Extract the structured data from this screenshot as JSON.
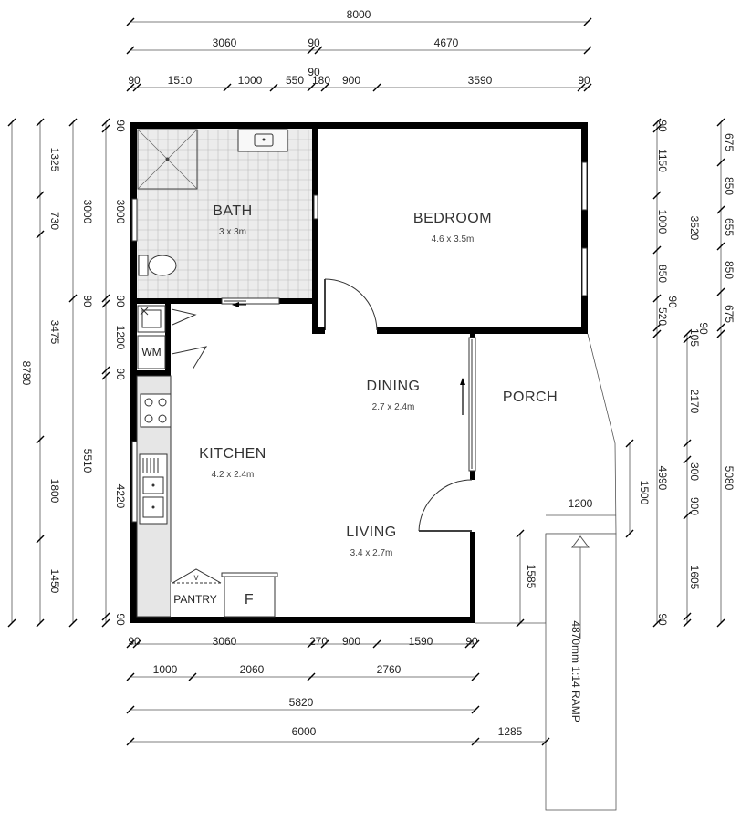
{
  "rooms": {
    "bath": {
      "name": "BATH",
      "size": "3 x 3m"
    },
    "bedroom": {
      "name": "BEDROOM",
      "size": "4.6 x 3.5m"
    },
    "dining": {
      "name": "DINING",
      "size": "2.7 x 2.4m"
    },
    "kitchen": {
      "name": "KITCHEN",
      "size": "4.2 x 2.4m"
    },
    "living": {
      "name": "LIVING",
      "size": "3.4 x 2.7m"
    },
    "porch": {
      "name": "PORCH"
    }
  },
  "fixtures": {
    "wm": "WM",
    "pantry": "PANTRY",
    "fridge": "F"
  },
  "ramp_label": "4870mm 1:14 RAMP",
  "dims_top": [
    "8000",
    "3060",
    "90",
    "4670",
    "90",
    "90",
    "1510",
    "1000",
    "550",
    "180",
    "900",
    "3590",
    "90"
  ],
  "dims_bottom": [
    "90",
    "3060",
    "270",
    "900",
    "1590",
    "90",
    "1000",
    "2060",
    "2760",
    "5820",
    "6000",
    "1285"
  ],
  "dims_left": [
    "8780",
    "1325",
    "730",
    "3475",
    "1800",
    "1450",
    "3000",
    "90",
    "5510",
    "90",
    "3000",
    "90",
    "1200",
    "90",
    "4220",
    "90"
  ],
  "dims_right": [
    "90",
    "1150",
    "1000",
    "850",
    "90",
    "520",
    "90",
    "105",
    "2170",
    "4990",
    "1500",
    "300",
    "900",
    "1605",
    "90",
    "675",
    "850",
    "3520",
    "655",
    "850",
    "675",
    "5080",
    "1200",
    "1585"
  ]
}
